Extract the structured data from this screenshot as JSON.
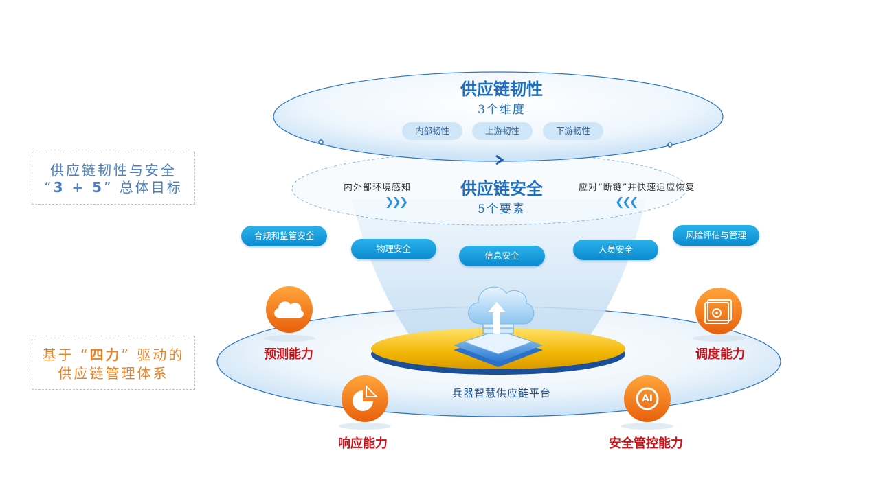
{
  "left_panel": {
    "goal_line1": "供应链韧性与安全",
    "goal_line2_open": "“",
    "goal_line2_num": "3 + 5",
    "goal_line2_close": "”",
    "goal_line2_text": " 总体目标",
    "system_line1_pre": "基于 “",
    "system_line1_bold": "四力",
    "system_line1_post": "” 驱动的",
    "system_line2": "供应链管理体系"
  },
  "resilience": {
    "title": "供应链韧性",
    "subtitle": "3个维度",
    "dimensions": [
      "内部韧性",
      "上游韧性",
      "下游韧性"
    ]
  },
  "security": {
    "title": "供应链安全",
    "subtitle": "5个要素",
    "left_text": "内外部环境感知",
    "right_text": "应对“断链”并快速适应恢复",
    "elements": [
      "合规和监管安全",
      "物理安全",
      "信息安全",
      "人员安全",
      "风险评估与管理"
    ]
  },
  "platform": {
    "label": "兵器智慧供应链平台"
  },
  "capabilities": {
    "forecast": "预测能力",
    "response": "响应能力",
    "dispatch": "调度能力",
    "security_control": "安全管控能力"
  },
  "colors": {
    "primary_blue": "#1f6fc0",
    "light_blue": "#4a7fc4",
    "orange": "#e98224",
    "red_label": "#c8141b",
    "pill_blue": "#0c8ad1",
    "platform_gold": "#f2b705"
  },
  "icons": {
    "forecast": "cloud-icon",
    "response": "pie-chart-icon",
    "dispatch": "folder-gear-icon",
    "security_control": "ai-icon",
    "platform": "cloud-upload-icon"
  }
}
